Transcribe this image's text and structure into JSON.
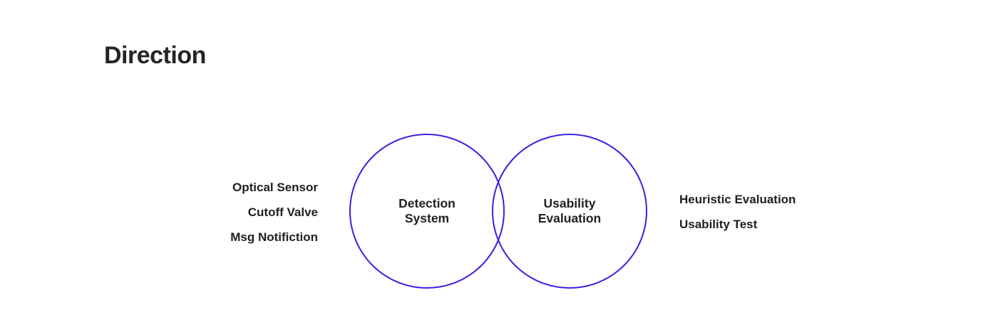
{
  "page": {
    "title": "Direction",
    "background_color": "#ffffff",
    "title_color": "#242424"
  },
  "diagram": {
    "type": "venn",
    "stroke_color": "#3523e1",
    "text_color": "#212121",
    "left_circle": {
      "label": "Detection\nSystem",
      "outside_labels": [
        "Optical Sensor",
        "Cutoff Valve",
        "Msg Notifiction"
      ]
    },
    "right_circle": {
      "label": "Usability\nEvaluation",
      "outside_labels": [
        "Heuristic Evaluation",
        "Usability Test"
      ]
    }
  }
}
